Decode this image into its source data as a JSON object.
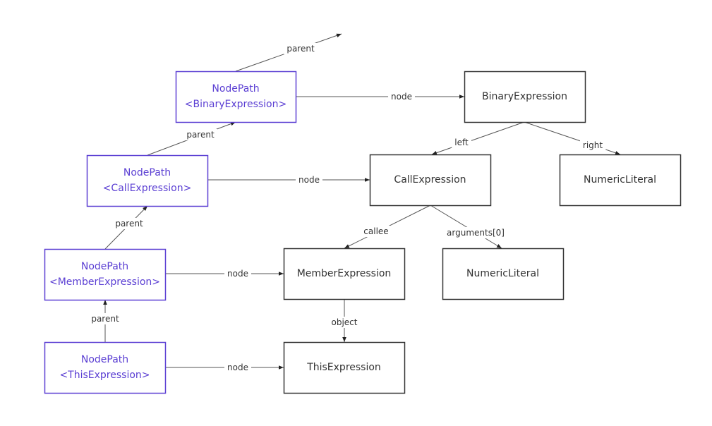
{
  "colors": {
    "path_node_stroke": "#5b3fd3",
    "path_node_text": "#5b3fd3",
    "ast_node_stroke": "#333333",
    "ast_node_text": "#333333",
    "edge": "#555555",
    "edge_label": "#333333"
  },
  "nodes": [
    {
      "id": "np-binary",
      "kind": "path",
      "lines": [
        "NodePath",
        "<BinaryExpression>"
      ]
    },
    {
      "id": "np-call",
      "kind": "path",
      "lines": [
        "NodePath",
        "<CallExpression>"
      ]
    },
    {
      "id": "np-member",
      "kind": "path",
      "lines": [
        "NodePath",
        "<MemberExpression>"
      ]
    },
    {
      "id": "np-this",
      "kind": "path",
      "lines": [
        "NodePath",
        "<ThisExpression>"
      ]
    },
    {
      "id": "binary",
      "kind": "ast",
      "lines": [
        "BinaryExpression"
      ]
    },
    {
      "id": "call",
      "kind": "ast",
      "lines": [
        "CallExpression"
      ]
    },
    {
      "id": "numeric-right",
      "kind": "ast",
      "lines": [
        "NumericLiteral"
      ]
    },
    {
      "id": "member",
      "kind": "ast",
      "lines": [
        "MemberExpression"
      ]
    },
    {
      "id": "numeric-arg",
      "kind": "ast",
      "lines": [
        "NumericLiteral"
      ]
    },
    {
      "id": "this",
      "kind": "ast",
      "lines": [
        "ThisExpression"
      ]
    }
  ],
  "edges": [
    {
      "id": "np-binary-parent",
      "from": "np-binary",
      "to": null,
      "label": "parent"
    },
    {
      "id": "np-call-parent",
      "from": "np-call",
      "to": "np-binary",
      "label": "parent"
    },
    {
      "id": "np-member-parent",
      "from": "np-member",
      "to": "np-call",
      "label": "parent"
    },
    {
      "id": "np-this-parent",
      "from": "np-this",
      "to": "np-member",
      "label": "parent"
    },
    {
      "id": "np-binary-node",
      "from": "np-binary",
      "to": "binary",
      "label": "node"
    },
    {
      "id": "np-call-node",
      "from": "np-call",
      "to": "call",
      "label": "node"
    },
    {
      "id": "np-member-node",
      "from": "np-member",
      "to": "member",
      "label": "node"
    },
    {
      "id": "np-this-node",
      "from": "np-this",
      "to": "this",
      "label": "node"
    },
    {
      "id": "binary-left",
      "from": "binary",
      "to": "call",
      "label": "left"
    },
    {
      "id": "binary-right",
      "from": "binary",
      "to": "numeric-right",
      "label": "right"
    },
    {
      "id": "call-callee",
      "from": "call",
      "to": "member",
      "label": "callee"
    },
    {
      "id": "call-arguments",
      "from": "call",
      "to": "numeric-arg",
      "label": "arguments[0]"
    },
    {
      "id": "member-object",
      "from": "member",
      "to": "this",
      "label": "object"
    }
  ]
}
